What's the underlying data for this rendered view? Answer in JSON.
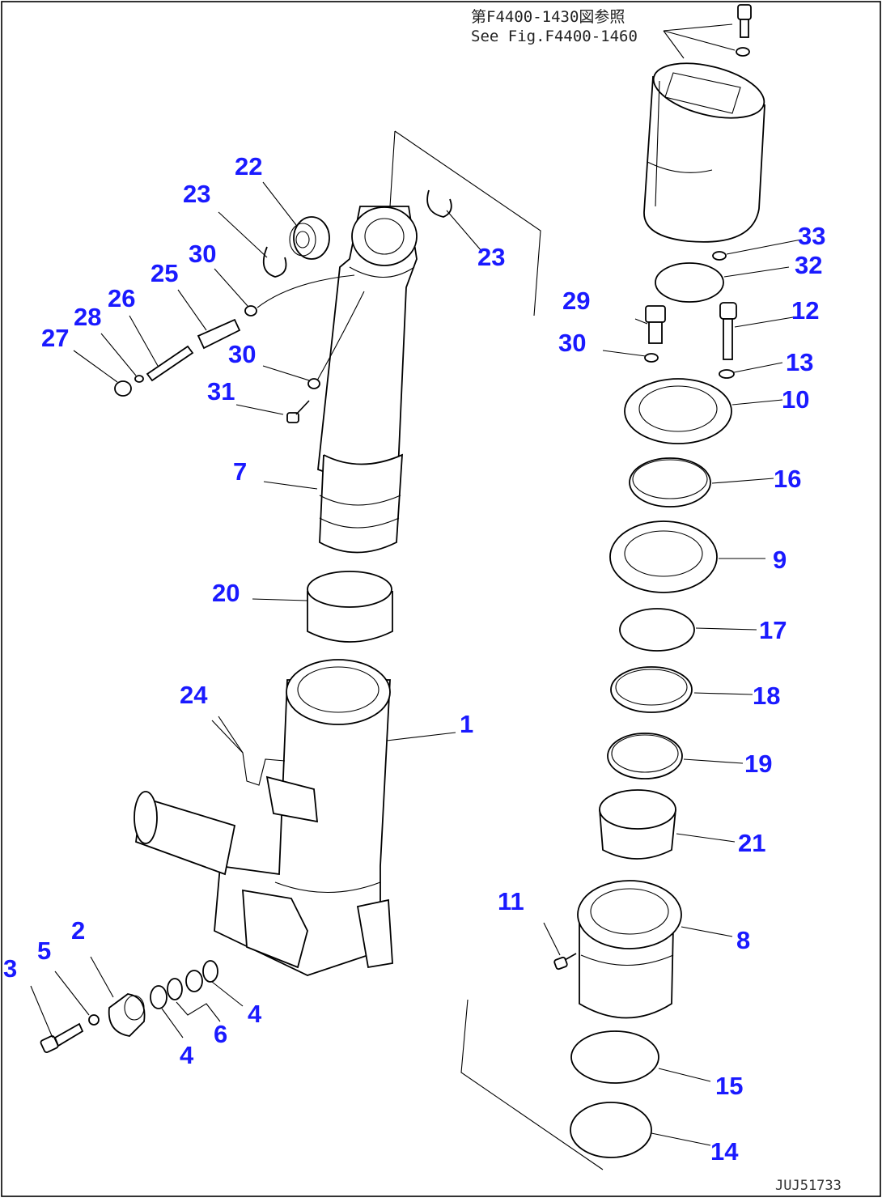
{
  "diagram": {
    "reference_note": {
      "line1": "第F4400-1430図参照",
      "line2": "See Fig.F4400-1460"
    },
    "drawing_code": "JUJ51733",
    "callouts": [
      {
        "id": "c1",
        "label": "1"
      },
      {
        "id": "c2",
        "label": "2"
      },
      {
        "id": "c3",
        "label": "3"
      },
      {
        "id": "c4a",
        "label": "4"
      },
      {
        "id": "c4b",
        "label": "4"
      },
      {
        "id": "c5",
        "label": "5"
      },
      {
        "id": "c6",
        "label": "6"
      },
      {
        "id": "c7",
        "label": "7"
      },
      {
        "id": "c8",
        "label": "8"
      },
      {
        "id": "c9",
        "label": "9"
      },
      {
        "id": "c10",
        "label": "10"
      },
      {
        "id": "c11",
        "label": "11"
      },
      {
        "id": "c12",
        "label": "12"
      },
      {
        "id": "c13",
        "label": "13"
      },
      {
        "id": "c14",
        "label": "14"
      },
      {
        "id": "c15",
        "label": "15"
      },
      {
        "id": "c16",
        "label": "16"
      },
      {
        "id": "c17",
        "label": "17"
      },
      {
        "id": "c18",
        "label": "18"
      },
      {
        "id": "c19",
        "label": "19"
      },
      {
        "id": "c20",
        "label": "20"
      },
      {
        "id": "c21",
        "label": "21"
      },
      {
        "id": "c22",
        "label": "22"
      },
      {
        "id": "c23a",
        "label": "23"
      },
      {
        "id": "c23b",
        "label": "23"
      },
      {
        "id": "c24",
        "label": "24"
      },
      {
        "id": "c25",
        "label": "25"
      },
      {
        "id": "c26",
        "label": "26"
      },
      {
        "id": "c27",
        "label": "27"
      },
      {
        "id": "c28",
        "label": "28"
      },
      {
        "id": "c29",
        "label": "29"
      },
      {
        "id": "c30a",
        "label": "30"
      },
      {
        "id": "c30b",
        "label": "30"
      },
      {
        "id": "c30c",
        "label": "30"
      },
      {
        "id": "c31",
        "label": "31"
      },
      {
        "id": "c32",
        "label": "32"
      },
      {
        "id": "c33",
        "label": "33"
      }
    ]
  }
}
